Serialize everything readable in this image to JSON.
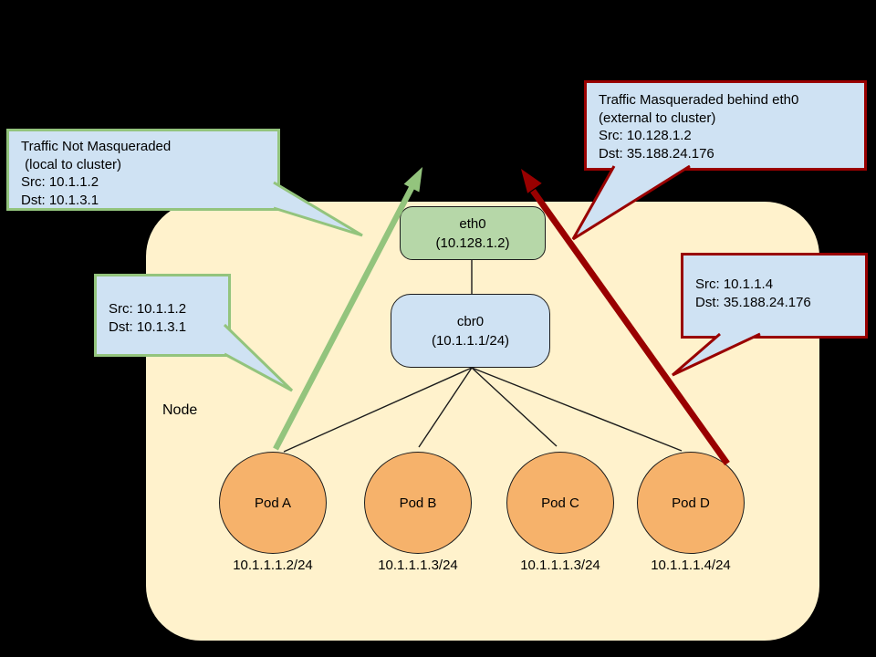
{
  "node": {
    "label": "Node",
    "fill": "#fff2cc",
    "interfaces": {
      "eth0": {
        "title": "eth0",
        "subtitle": "(10.128.1.2)",
        "fill": "#b6d7a8"
      },
      "cbr0": {
        "title": "cbr0",
        "subtitle": "(10.1.1.1/24)",
        "fill": "#cfe2f3"
      }
    },
    "pods": [
      {
        "name": "Pod A",
        "ip": "10.1.1.1.2/24"
      },
      {
        "name": "Pod B",
        "ip": "10.1.1.1.3/24"
      },
      {
        "name": "Pod C",
        "ip": "10.1.1.1.3/24"
      },
      {
        "name": "Pod D",
        "ip": "10.1.1.1.4/24"
      }
    ],
    "pod_fill": "#f6b26b"
  },
  "callouts": [
    {
      "id": "not-masqueraded",
      "lines": [
        "Traffic Not Masqueraded",
        " (local to cluster)",
        "Src: 10.1.1.2",
        "Dst: 10.1.3.1"
      ],
      "border_color": "#93c47d",
      "fill": "#cfe2f3"
    },
    {
      "id": "local-detail",
      "lines": [
        "Src: 10.1.1.2",
        "Dst: 10.1.3.1"
      ],
      "border_color": "#93c47d",
      "fill": "#cfe2f3"
    },
    {
      "id": "masqueraded",
      "lines": [
        "Traffic Masqueraded behind eth0",
        "(external to cluster)",
        "Src: 10.128.1.2",
        "Dst: 35.188.24.176"
      ],
      "border_color": "#990000",
      "fill": "#cfe2f3"
    },
    {
      "id": "external-detail",
      "lines": [
        "Src: 10.1.1.4",
        "Dst: 35.188.24.176"
      ],
      "border_color": "#990000",
      "fill": "#cfe2f3"
    }
  ],
  "arrows": {
    "local_traffic_color": "#93c47d",
    "external_traffic_color": "#990000"
  },
  "background_color": "#000000"
}
